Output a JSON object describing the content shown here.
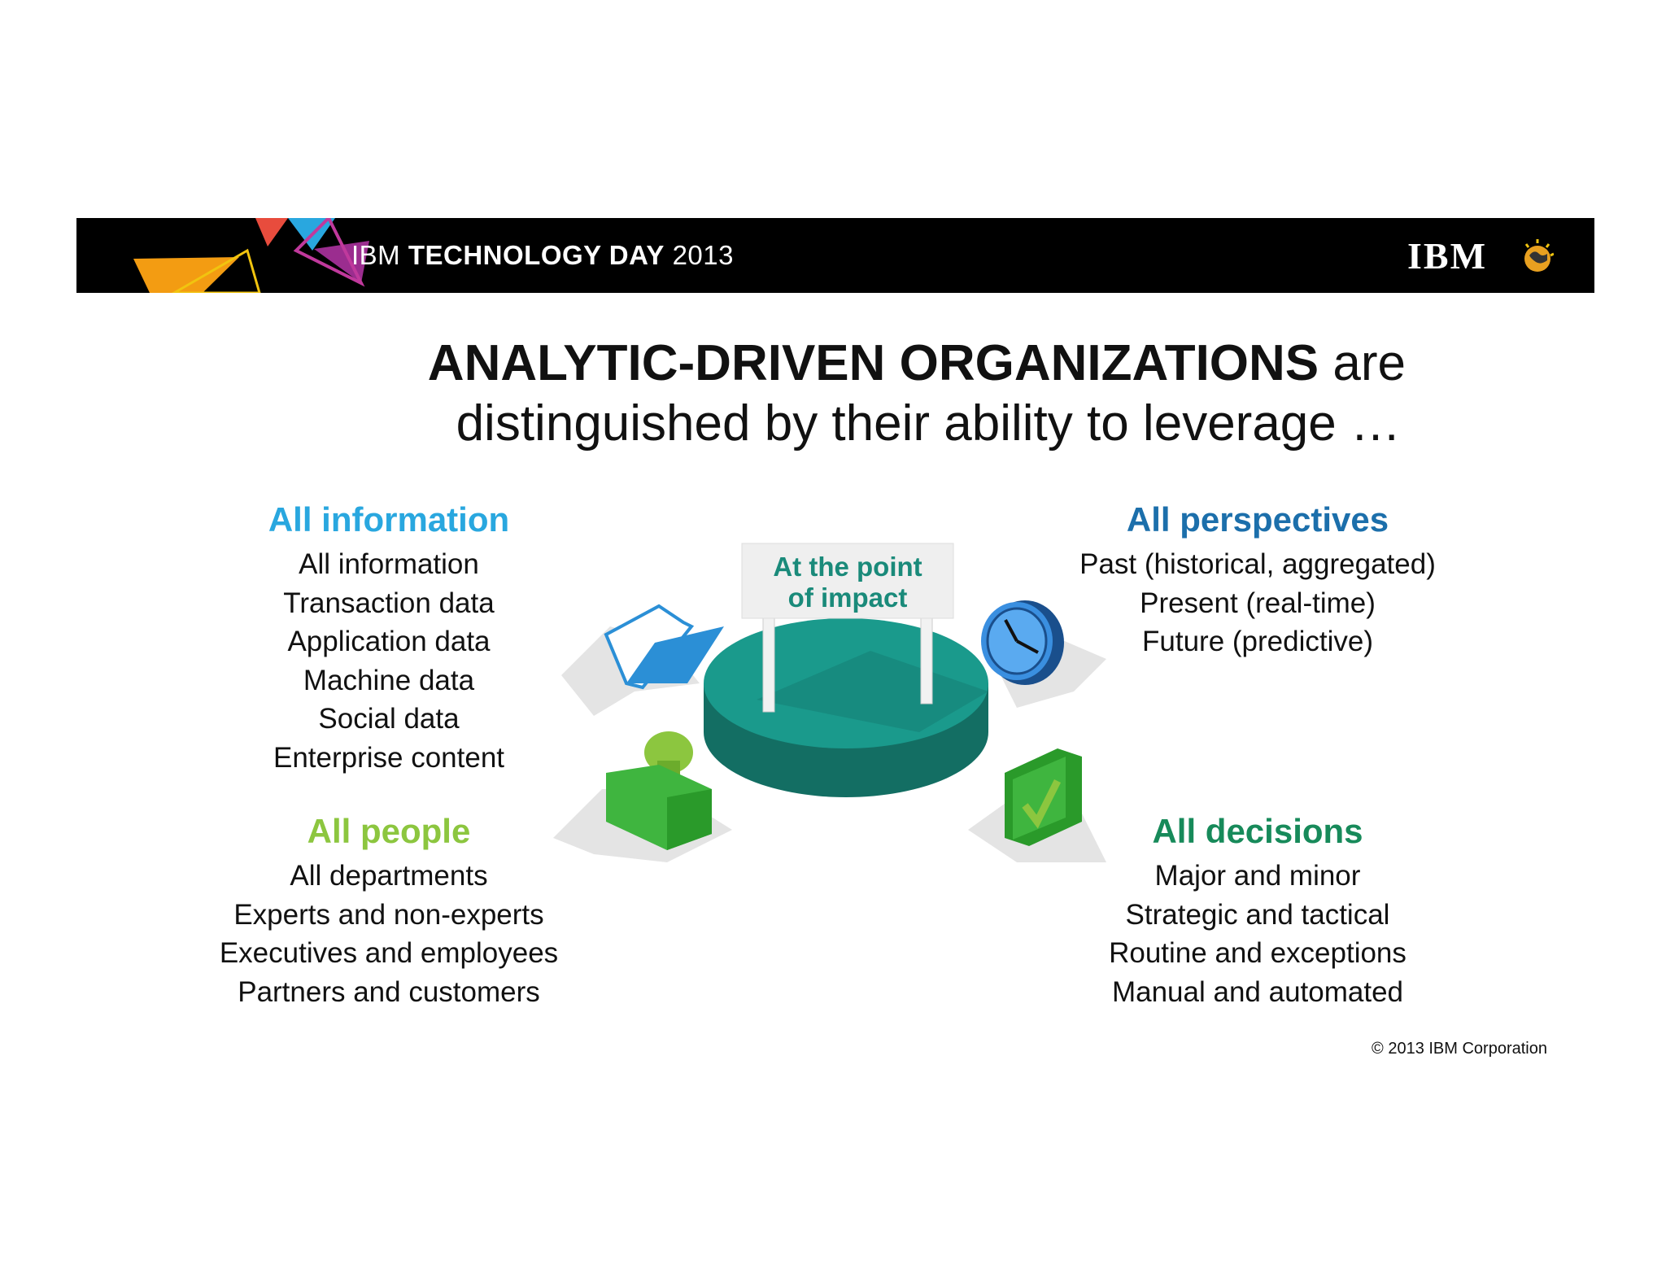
{
  "banner": {
    "title_prefix": "IBM",
    "title_bold": "TECHNOLOGY DAY",
    "title_suffix": "2013",
    "logo_text": "IBM"
  },
  "headline": {
    "bold": "ANALYTIC-DRIVEN ORGANIZATIONS",
    "rest1": "are",
    "line2": "distinguished by their ability to leverage …"
  },
  "center": {
    "sign_line1": "At the point",
    "sign_line2": "of impact"
  },
  "sections": {
    "information": {
      "title": "All information",
      "items": [
        "All information",
        "Transaction data",
        "Application data",
        "Machine data",
        "Social data",
        "Enterprise content"
      ]
    },
    "perspectives": {
      "title": "All perspectives",
      "items": [
        "Past (historical, aggregated)",
        "Present (real-time)",
        "Future (predictive)"
      ]
    },
    "people": {
      "title": "All people",
      "items": [
        "All departments",
        "Experts and non-experts",
        "Executives and employees",
        "Partners and customers"
      ]
    },
    "decisions": {
      "title": "All decisions",
      "items": [
        "Major and minor",
        "Strategic and tactical",
        "Routine and exceptions",
        "Manual and automated"
      ]
    }
  },
  "colors": {
    "information": "#29a7df",
    "perspectives": "#1c6fab",
    "people": "#8cc63f",
    "decisions": "#178a5a",
    "platform": "#1a9a8c"
  },
  "icons": [
    "folder-icon",
    "clock-icon",
    "stamp-icon",
    "checkbox-icon",
    "signpost-icon"
  ],
  "footer": {
    "copyright": "© 2013 IBM Corporation"
  }
}
